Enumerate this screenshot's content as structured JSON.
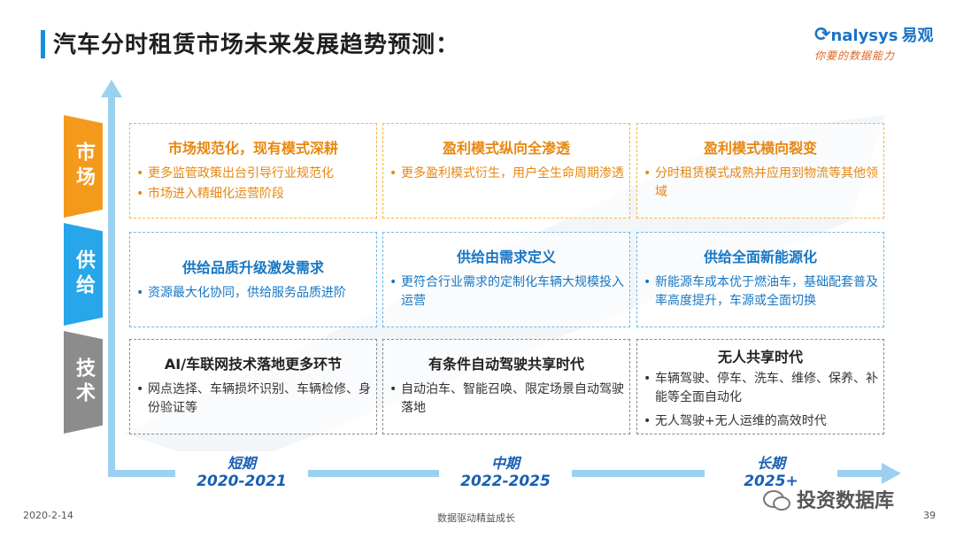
{
  "header": {
    "title": "汽车分时租赁市场未来发展趋势预测：",
    "logo_brand": "nalysys",
    "logo_brand_cn": "易观",
    "logo_slogan": "你要的数据能力"
  },
  "rows": {
    "market": "市场",
    "supply": "供给",
    "tech": "技术"
  },
  "cells": {
    "market_short": {
      "heading": "市场规范化，现有模式深耕",
      "bullets": [
        "更多监管政策出台引导行业规范化",
        "市场进入精细化运营阶段"
      ]
    },
    "market_mid": {
      "heading": "盈利模式纵向全渗透",
      "bullets": [
        "更多盈利模式衍生，用户全生命周期渗透"
      ]
    },
    "market_long": {
      "heading": "盈利模式横向裂变",
      "bullets": [
        "分时租赁模式成熟并应用到物流等其他领域"
      ]
    },
    "supply_short": {
      "heading": "供给品质升级激发需求",
      "bullets": [
        "资源最大化协同，供给服务品质进阶"
      ]
    },
    "supply_mid": {
      "heading": "供给由需求定义",
      "bullets": [
        "更符合行业需求的定制化车辆大规模投入运营"
      ]
    },
    "supply_long": {
      "heading": "供给全面新能源化",
      "bullets": [
        "新能源车成本优于燃油车，基础配套普及率高度提升，车源或全面切换"
      ]
    },
    "tech_short": {
      "heading": "AI/车联网技术落地更多环节",
      "bullets": [
        "网点选择、车辆损坏识别、车辆检修、身份验证等"
      ]
    },
    "tech_mid": {
      "heading": "有条件自动驾驶共享时代",
      "bullets": [
        "自动泊车、智能召唤、限定场景自动驾驶落地"
      ]
    },
    "tech_long": {
      "heading": "无人共享时代",
      "bullets": [
        "车辆驾驶、停车、洗车、维修、保养、补能等全面自动化",
        "无人驾驶+无人运维的高效时代"
      ]
    }
  },
  "periods": [
    {
      "name": "短期",
      "years": "2020-2021"
    },
    {
      "name": "中期",
      "years": "2022-2025"
    },
    {
      "name": "长期",
      "years": "2025+"
    }
  ],
  "footer": {
    "date": "2020-2-14",
    "tagline": "数据驱动精益成长",
    "page": "39",
    "wechat": "投资数据库"
  },
  "colors": {
    "market": "#f39a1d",
    "supply": "#27a6ea",
    "tech": "#8c8c8c",
    "axis": "#9cd0f0"
  }
}
